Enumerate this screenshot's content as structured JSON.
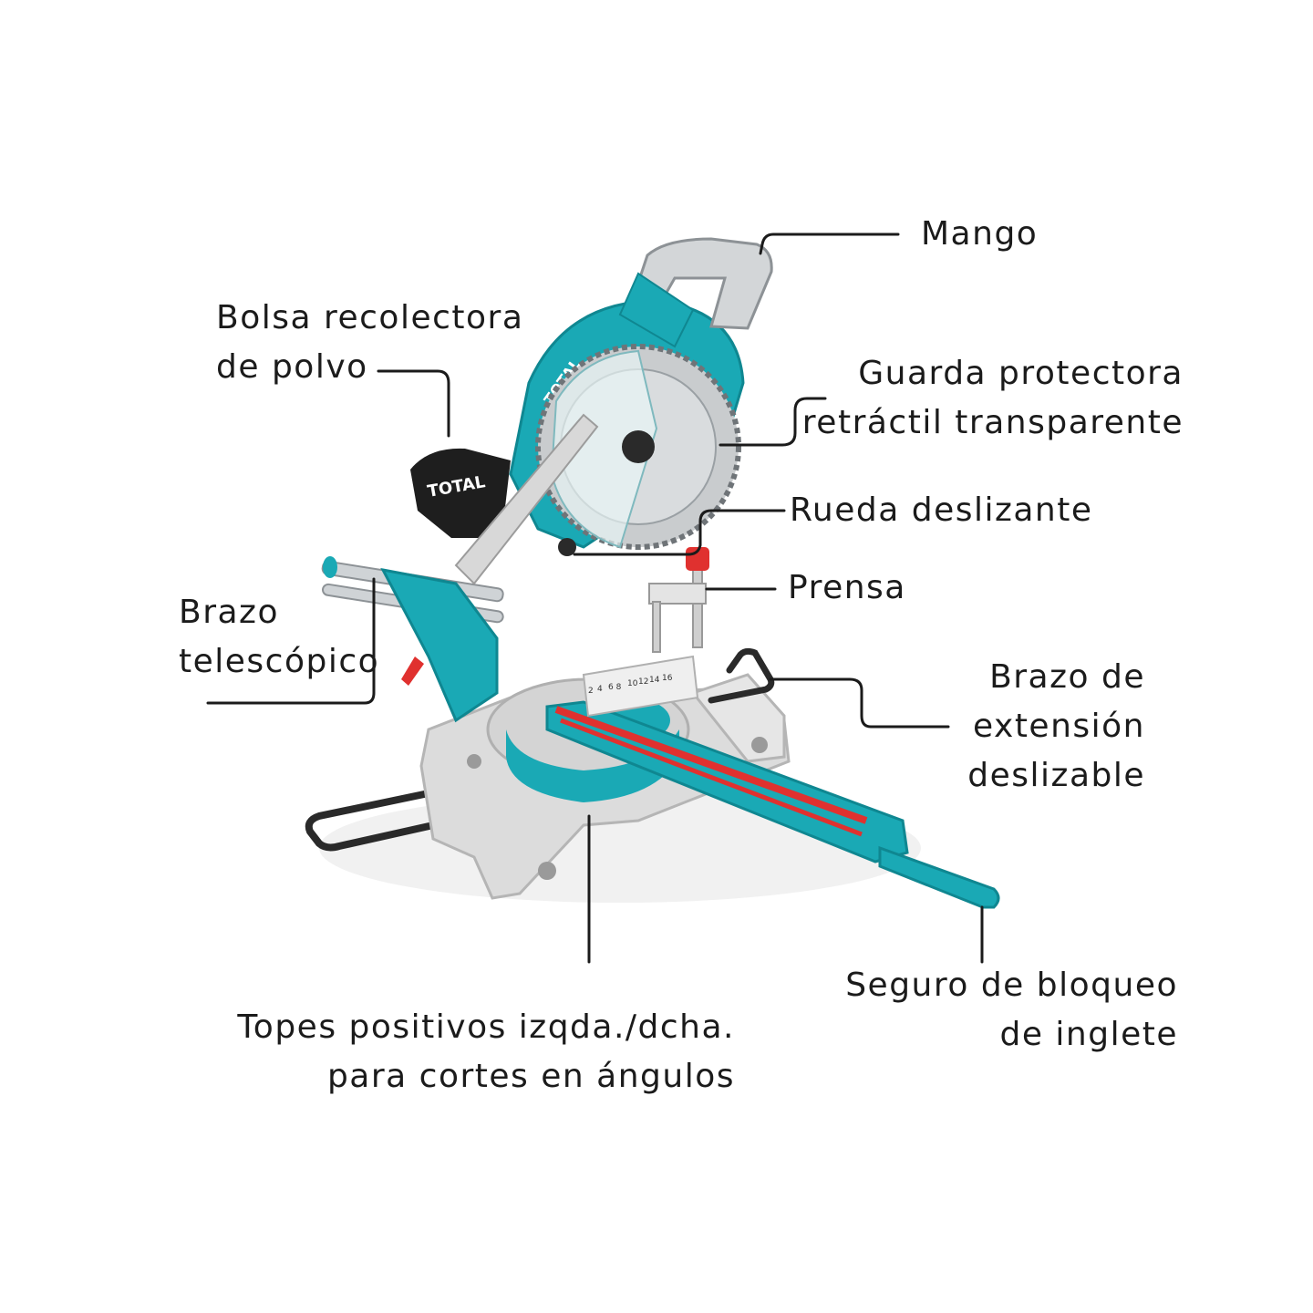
{
  "labels": {
    "mango": "Mango",
    "bolsa_line1": "Bolsa recolectora",
    "bolsa_line2": "de polvo",
    "guarda_line1": "Guarda protectora",
    "guarda_line2": "retráctil transparente",
    "rueda": "Rueda deslizante",
    "prensa": "Prensa",
    "brazo_tel_line1": "Brazo",
    "brazo_tel_line2": "telescópico",
    "brazo_ext_line1": "Brazo de",
    "brazo_ext_line2": "extensión",
    "brazo_ext_line3": "deslizable",
    "seguro_line1": "Seguro de bloqueo",
    "seguro_line2": "de inglete",
    "topes_line1": "Topes positivos izqda./dcha.",
    "topes_line2": "para cortes en ángulos"
  },
  "product": {
    "brand": "TOTAL"
  },
  "colors": {
    "teal": "#1aa9b5",
    "teal_dark": "#0f8791",
    "grey": "#d9d9d9",
    "red": "#e0312f",
    "black": "#1e1e1e",
    "leader": "#1b1b1b"
  }
}
